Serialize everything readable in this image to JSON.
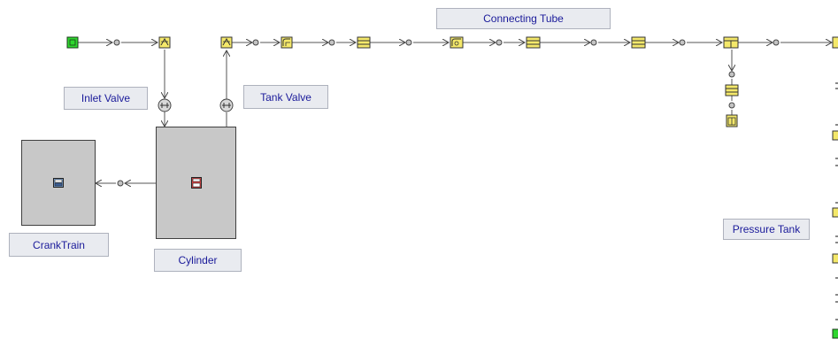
{
  "labels": {
    "connecting_tube": "Connecting Tube",
    "inlet_valve": "Inlet Valve",
    "tank_valve": "Tank Valve",
    "crank_train": "CrankTrain",
    "cylinder": "Cylinder",
    "pressure_tank": "Pressure Tank"
  },
  "colors": {
    "component_yellow": "#f4e86a",
    "start_green": "#2fd62f",
    "block_gray": "#c8c8c8",
    "label_bg": "#e9ebf0",
    "label_text": "#1a1a9a",
    "connector": "#555555"
  }
}
